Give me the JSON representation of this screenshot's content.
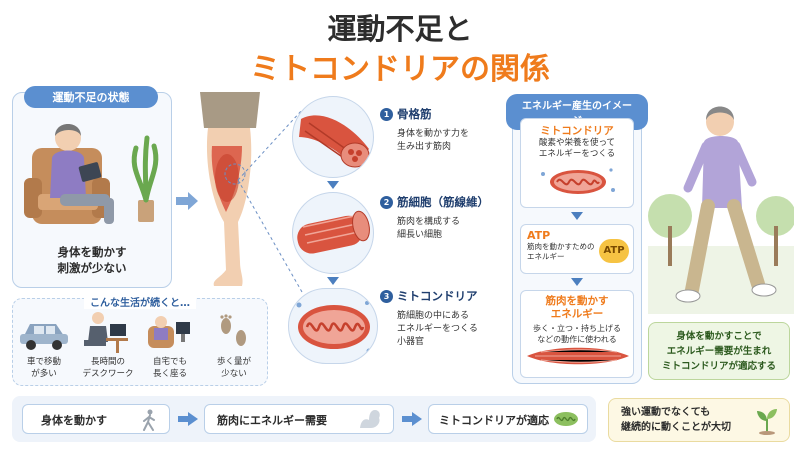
{
  "title": {
    "line1": "運動不足と",
    "line2": "ミトコンドリアの関係"
  },
  "left": {
    "label": "運動不足の状態",
    "caption": [
      "身体を動かす",
      "刺激が少ない"
    ]
  },
  "lifestyle": {
    "header": "こんな生活が続くと…",
    "items": [
      {
        "text": [
          "車で移動",
          "が多い"
        ]
      },
      {
        "text": [
          "長時間の",
          "デスクワーク"
        ]
      },
      {
        "text": [
          "自宅でも",
          "長く座る"
        ]
      },
      {
        "text": [
          "歩く量が",
          "少ない"
        ]
      }
    ]
  },
  "middle": {
    "steps": [
      {
        "num": "1",
        "title": "骨格筋",
        "desc": [
          "身体を動かす力を",
          "生み出す筋肉"
        ]
      },
      {
        "num": "2",
        "title": "筋細胞（筋線維）",
        "desc": [
          "筋肉を構成する",
          "細長い細胞"
        ]
      },
      {
        "num": "3",
        "title": "ミトコンドリア",
        "desc": [
          "筋細胞の中にある",
          "エネルギーをつくる",
          "小器官"
        ]
      }
    ]
  },
  "energy": {
    "label": "エネルギー産生のイメージ",
    "box1": {
      "title": "ミトコンドリア",
      "desc": [
        "酸素や栄養を使って",
        "エネルギーをつくる"
      ]
    },
    "box2": {
      "title": "ATP",
      "desc": [
        "筋肉を動かすための",
        "エネルギー"
      ],
      "badge": "ATP"
    },
    "box3": {
      "title": [
        "筋肉を動かす",
        "エネルギー"
      ],
      "desc": [
        "歩く・立つ・持ち上げる",
        "などの動作に使われる"
      ]
    }
  },
  "right": {
    "caption": [
      "身体を動かすことで",
      "エネルギー需要が生まれ",
      "ミトコンドリアが適応する"
    ]
  },
  "flow": [
    "身体を動かす",
    "筋肉にエネルギー需要",
    "ミトコンドリアが適応"
  ],
  "note": [
    "強い運動でなくても",
    "継続的に動くことが大切"
  ],
  "colors": {
    "accent": "#ef7b1c",
    "blue": "#5b8fd0",
    "muscle": "#d9543f",
    "green": "#6aa84f"
  }
}
